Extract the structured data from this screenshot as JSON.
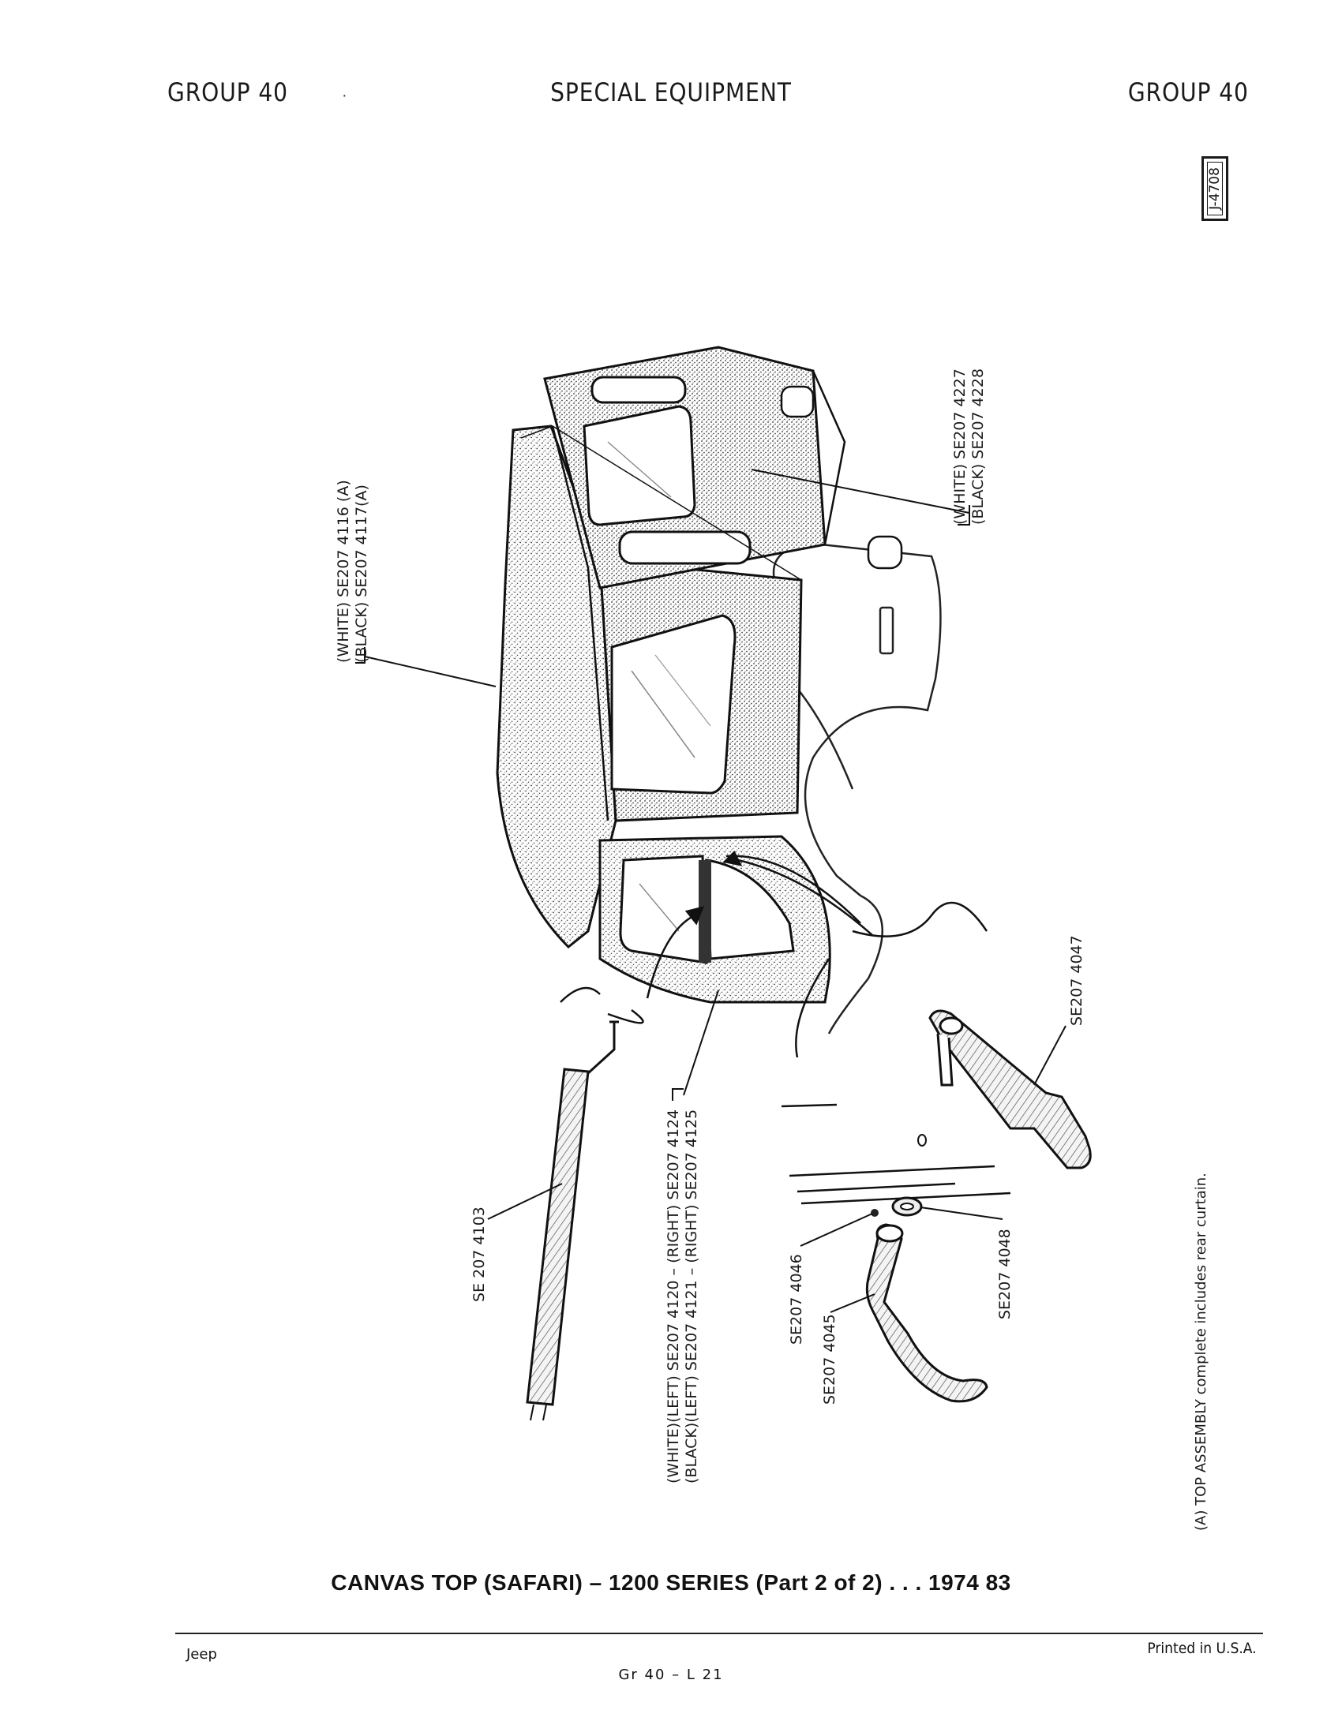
{
  "header": {
    "left": "GROUP 40",
    "center": "SPECIAL EQUIPMENT",
    "right": "GROUP 40"
  },
  "plate_id": "J-4708",
  "callouts": {
    "top_assembly": {
      "white": "(WHITE) SE207 4116 (A)",
      "black": "(BLACK) SE207 4117(A)"
    },
    "rear_panel": {
      "white": "(WHITE) SE207 4227",
      "black": "(BLACK) SE207 4228"
    },
    "door": {
      "white": "(WHITE)(LEFT) SE207 4120 – (RIGHT) SE207 4124",
      "black": "(BLACK)(LEFT) SE207 4121 – (RIGHT) SE207 4125"
    },
    "rod": "SE 207 4103",
    "bracket": "SE207 4047",
    "handle": "SE207 4045",
    "screw": "SE207 4046",
    "washer": "SE207 4048"
  },
  "footnote": "(A) TOP ASSEMBLY complete includes rear curtain.",
  "caption": "CANVAS TOP (SAFARI) – 1200 SERIES (Part 2 of 2) . . . 1974 83",
  "footer": {
    "left": "Jeep",
    "right": "Printed in U.S.A.",
    "center": "Gr 40 – L 21"
  },
  "colors": {
    "ink": "#111111",
    "paper": "#ffffff",
    "stipple": "#555555"
  }
}
